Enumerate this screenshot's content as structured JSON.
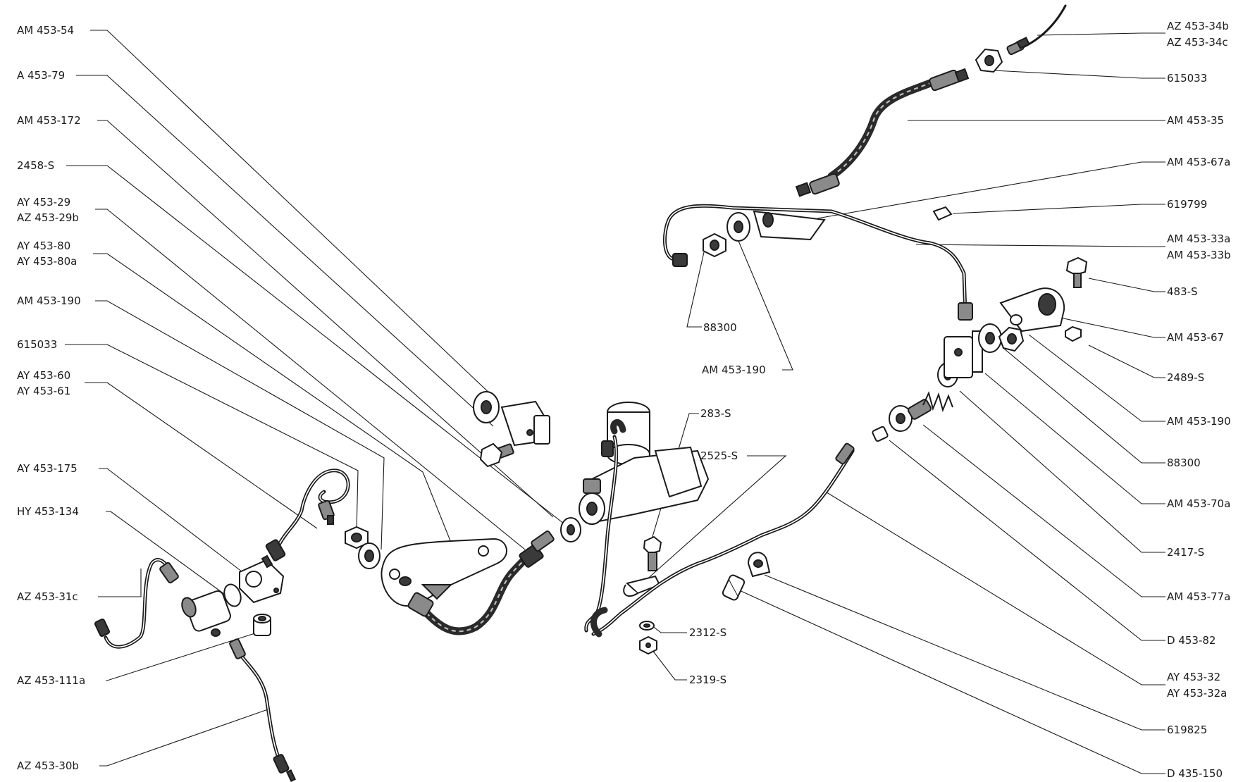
{
  "diagram": {
    "background": "#ffffff",
    "ink": "#1a1a1a",
    "callouts_left": [
      {
        "id": "am453_54",
        "text": "AM 453-54"
      },
      {
        "id": "a453_79",
        "text": "A 453-79"
      },
      {
        "id": "am453_172",
        "text": "AM 453-172"
      },
      {
        "id": "p2458s",
        "text": "2458-S"
      },
      {
        "id": "ay453_29",
        "text": "AY 453-29"
      },
      {
        "id": "az453_29b",
        "text": "AZ 453-29b"
      },
      {
        "id": "ay453_80",
        "text": "AY 453-80"
      },
      {
        "id": "ay453_80a",
        "text": "AY 453-80a"
      },
      {
        "id": "am453_190_l",
        "text": "AM 453-190"
      },
      {
        "id": "p615033_l",
        "text": "615033"
      },
      {
        "id": "ay453_60",
        "text": "AY 453-60"
      },
      {
        "id": "ay453_61",
        "text": "AY 453-61"
      },
      {
        "id": "ay453_175",
        "text": "AY 453-175"
      },
      {
        "id": "hy453_134",
        "text": "HY 453-134"
      },
      {
        "id": "az453_31c",
        "text": "AZ 453-31c"
      },
      {
        "id": "az453_111a",
        "text": "AZ 453-111a"
      },
      {
        "id": "az453_30b",
        "text": "AZ 453-30b"
      }
    ],
    "callouts_center": [
      {
        "id": "p88300_c",
        "text": "88300"
      },
      {
        "id": "am453_190_c",
        "text": "AM 453-190"
      },
      {
        "id": "p283s",
        "text": "283-S"
      },
      {
        "id": "p2525s",
        "text": "2525-S"
      },
      {
        "id": "p2312s",
        "text": "2312-S"
      },
      {
        "id": "p2319s",
        "text": "2319-S"
      }
    ],
    "callouts_right": [
      {
        "id": "az453_34b",
        "text": "AZ 453-34b"
      },
      {
        "id": "az453_34c",
        "text": "AZ 453-34c"
      },
      {
        "id": "p615033_r",
        "text": "615033"
      },
      {
        "id": "am453_35",
        "text": "AM 453-35"
      },
      {
        "id": "am453_67a",
        "text": "AM 453-67a"
      },
      {
        "id": "p619799",
        "text": "619799"
      },
      {
        "id": "am453_33a",
        "text": "AM 453-33a"
      },
      {
        "id": "am453_33b",
        "text": "AM 453-33b"
      },
      {
        "id": "p483s",
        "text": "483-S"
      },
      {
        "id": "am453_67",
        "text": "AM 453-67"
      },
      {
        "id": "p2489s",
        "text": "2489-S"
      },
      {
        "id": "am453_190_r",
        "text": "AM 453-190"
      },
      {
        "id": "p88300_r",
        "text": "88300"
      },
      {
        "id": "am453_70a",
        "text": "AM 453-70a"
      },
      {
        "id": "p2417s",
        "text": "2417-S"
      },
      {
        "id": "am453_77a",
        "text": "AM 453-77a"
      },
      {
        "id": "d453_82",
        "text": "D 453-82"
      },
      {
        "id": "ay453_32",
        "text": "AY 453-32"
      },
      {
        "id": "ay453_32a",
        "text": "AY 453-32a"
      },
      {
        "id": "p619825",
        "text": "619825"
      },
      {
        "id": "d435_150",
        "text": "D 435-150"
      }
    ]
  }
}
